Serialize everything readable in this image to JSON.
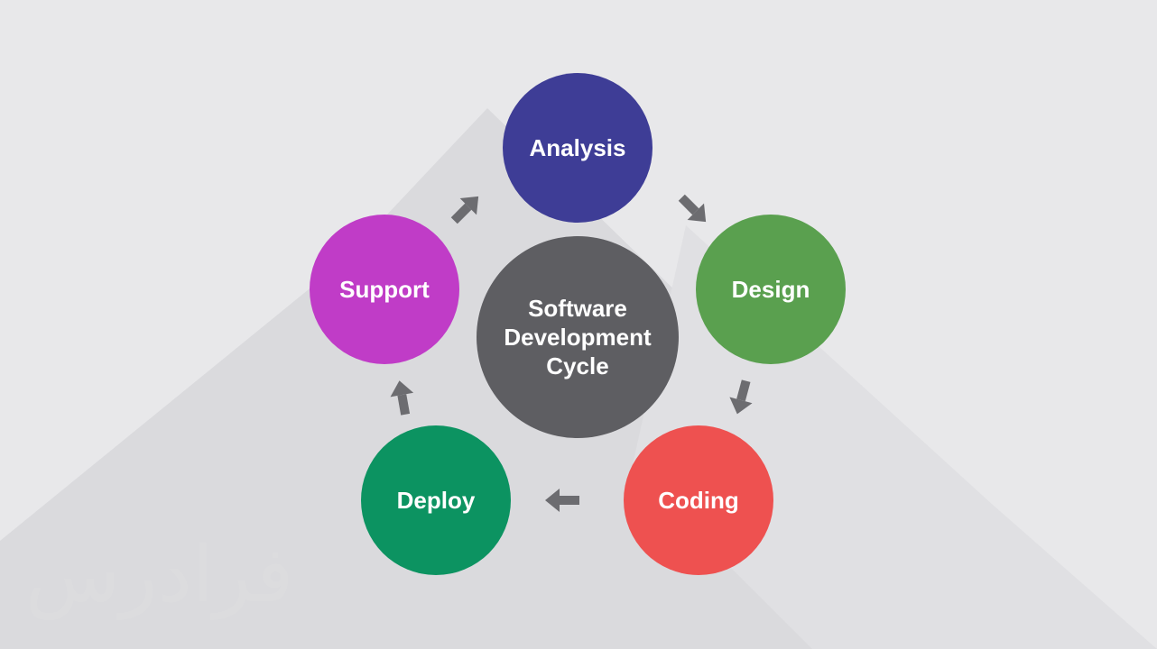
{
  "diagram": {
    "center": {
      "lines": [
        "Software",
        "Development",
        "Cycle"
      ],
      "color": "#5e5e62"
    },
    "stages": [
      {
        "id": "analysis",
        "label": "Analysis",
        "color": "#3e3d96"
      },
      {
        "id": "design",
        "label": "Design",
        "color": "#5aa04f"
      },
      {
        "id": "coding",
        "label": "Coding",
        "color": "#ee5150"
      },
      {
        "id": "deploy",
        "label": "Deploy",
        "color": "#0c9361"
      },
      {
        "id": "support",
        "label": "Support",
        "color": "#c03cc7"
      }
    ],
    "arrow_color": "#6c6c70",
    "shadow_color": "#d6d6d9",
    "background": "#e8e8ea"
  },
  "watermark": {
    "text": "فرادرس"
  }
}
